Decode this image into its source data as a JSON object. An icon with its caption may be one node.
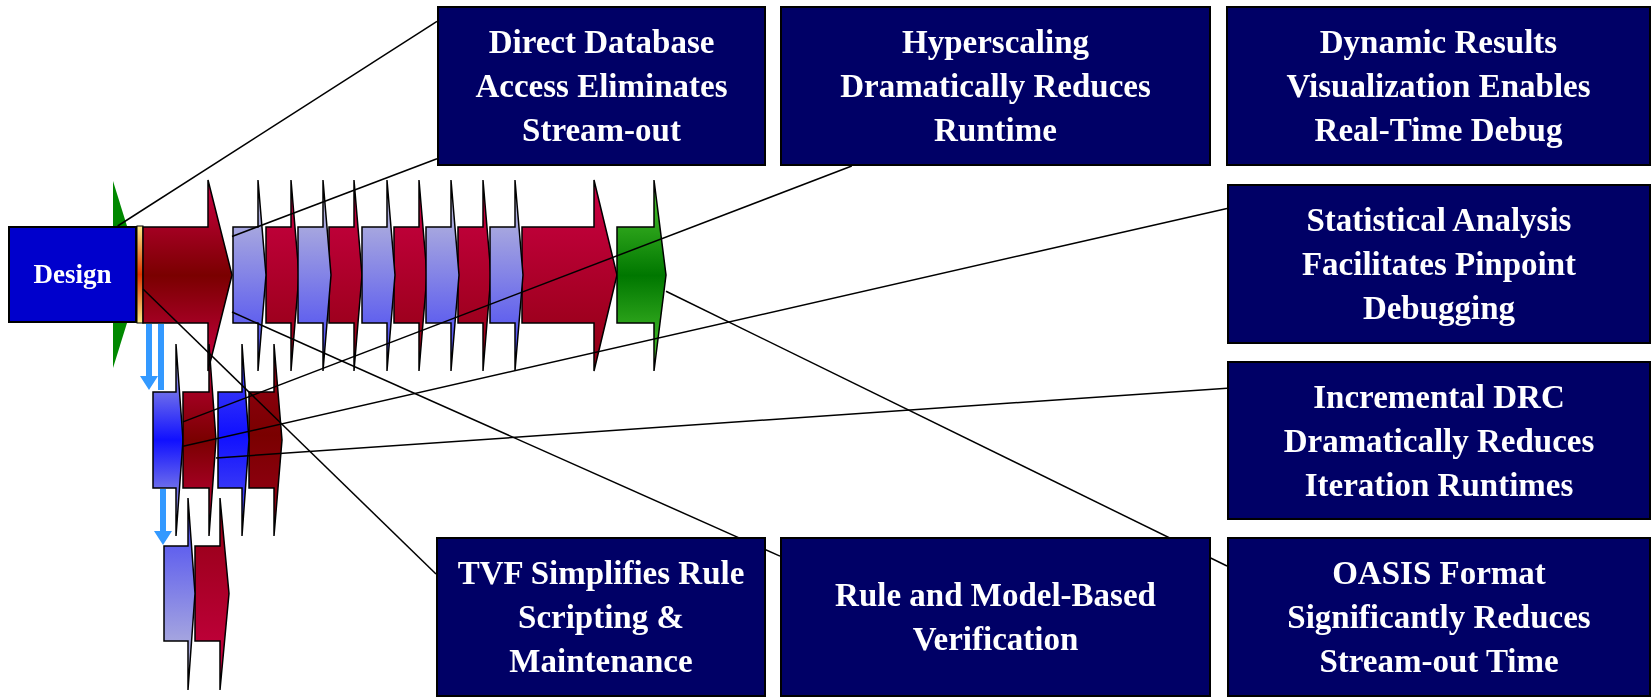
{
  "diagram": {
    "nodes": [
      {
        "text": [
          "Direct Database Access Eliminates Stream-out"
        ]
      },
      {
        "text": [
          "Hyperscaling Dramatically Reduces Runtime"
        ]
      },
      {
        "text": [
          "Dynamic Results Visualization Enables Real-Time Debug"
        ]
      },
      {
        "text": [
          "Design"
        ]
      },
      {
        "text": [],
        "shape": "bar"
      },
      {
        "text": [],
        "shape": "chevron"
      },
      {
        "text": [],
        "shape": "chevron"
      },
      {
        "text": [
          "Statistical Analysis Facilitates Pinpoint Debugging"
        ]
      },
      {
        "text": [
          "Incremental DRC Dramatically Reduces Iteration Runtimes"
        ]
      },
      {
        "text": [],
        "shape": "chevron"
      },
      {
        "text": [],
        "shape": "chevron"
      },
      {
        "text": [
          "TVF Simplifies Rule Scripting & Maintenance"
        ]
      },
      {
        "text": [
          "Rule and Model-Based Verification"
        ]
      },
      {
        "text": [
          "OASIS Format Significantly Reduces Stream-out Time"
        ]
      }
    ],
    "edges": [
      {
        "from": 0,
        "to": 3,
        "arrow": "none"
      },
      {
        "from": 0,
        "to": 5,
        "arrow": "none"
      },
      {
        "from": 1,
        "to": 9,
        "arrow": "none"
      },
      {
        "from": 7,
        "to": 9,
        "arrow": "none"
      },
      {
        "from": 8,
        "to": 10,
        "arrow": "none"
      },
      {
        "from": 13,
        "to": 6,
        "arrow": "none"
      },
      {
        "from": 12,
        "to": 5,
        "arrow": "none"
      },
      {
        "from": 11,
        "to": 4,
        "arrow": "none"
      },
      {
        "from": 5,
        "to": 9,
        "arrow": "to",
        "style": "thick",
        "color": "#3399ff"
      }
    ]
  }
}
